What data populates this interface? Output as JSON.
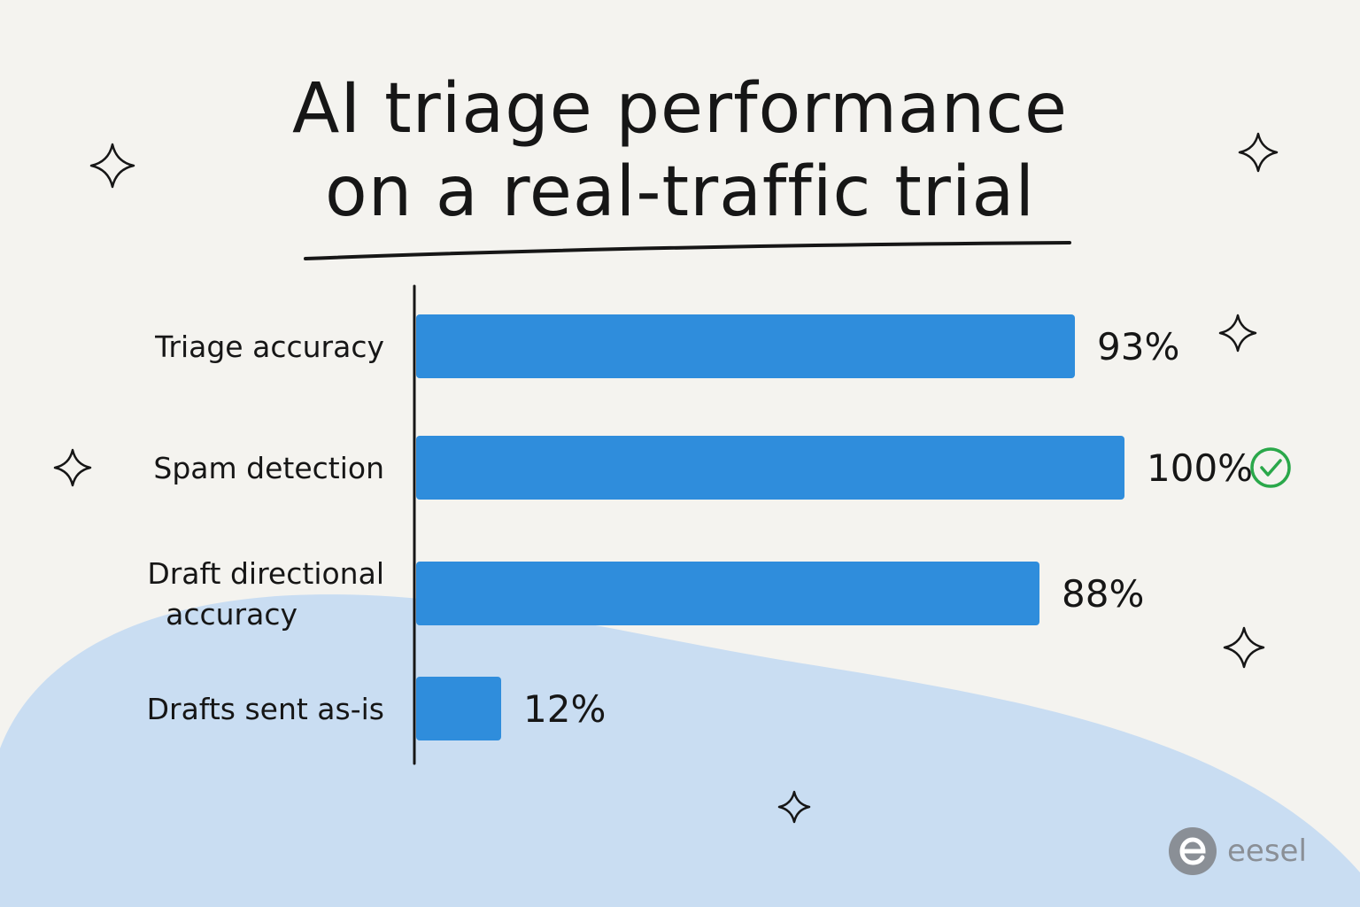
{
  "colors": {
    "background": "#f4f3ef",
    "blob": "#c9ddf2",
    "bar": "#2f8ddc",
    "ink": "#161616",
    "check": "#2aa84a",
    "logo": "#8a8f96"
  },
  "chart_data": {
    "type": "bar",
    "orientation": "horizontal",
    "title_lines": [
      "AI triage performance",
      "on a real-traffic trial"
    ],
    "categories": [
      "Triage accuracy",
      "Spam detection",
      "Draft directional accuracy",
      "Drafts sent as-is"
    ],
    "category_label_lines": [
      [
        "Triage accuracy"
      ],
      [
        "Spam detection"
      ],
      [
        "Draft directional",
        "accuracy"
      ],
      [
        "Drafts sent as-is"
      ]
    ],
    "values": [
      93,
      100,
      88,
      12
    ],
    "value_labels": [
      "93%",
      "100%",
      "88%",
      "12%"
    ],
    "unit": "%",
    "xlim": [
      0,
      100
    ],
    "highlight": {
      "category": "Spam detection",
      "icon": "check-circle-icon"
    },
    "grid": false,
    "legend": "none"
  },
  "decorations": {
    "sparkle_icon": "sparkle-icon"
  },
  "brand": {
    "name": "eesel",
    "logo_icon": "eesel-logo-icon"
  }
}
